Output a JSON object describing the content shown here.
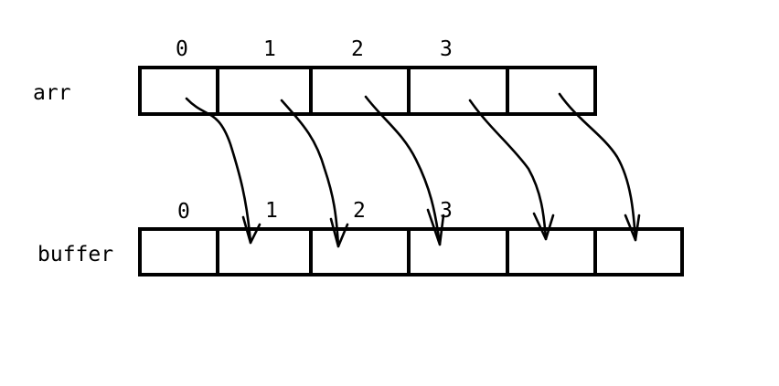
{
  "top_array": {
    "name": "arr",
    "indices": [
      "0",
      "1",
      "2",
      "3"
    ]
  },
  "bottom_array": {
    "name": "buffer",
    "indices": [
      "0",
      "1",
      "2",
      "3"
    ]
  },
  "colors": {
    "stroke": "#000000",
    "background": "#ffffff"
  }
}
